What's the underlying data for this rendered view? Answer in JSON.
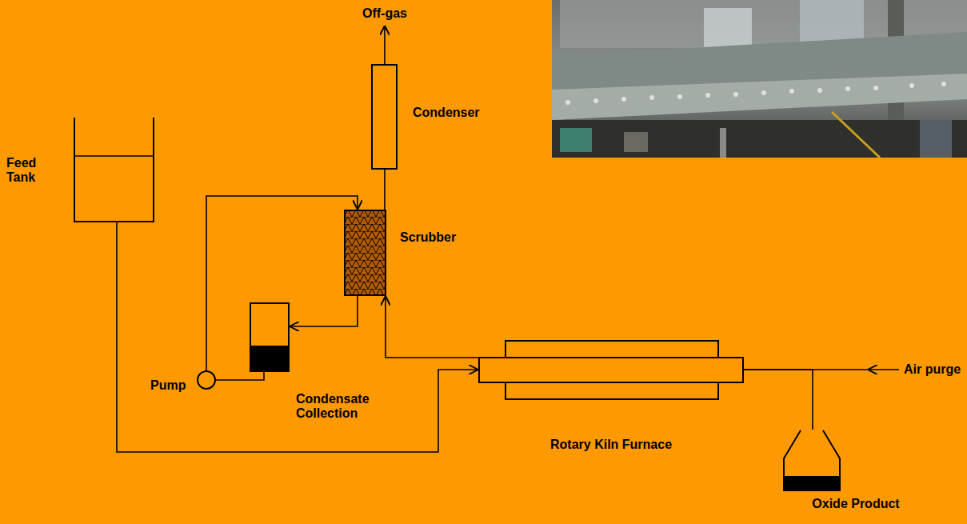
{
  "diagram": {
    "nodes": [
      {
        "text": [
          "Feed Tank"
        ]
      },
      {
        "text": [
          "Condenser"
        ]
      },
      {
        "text": [
          "Scrubber"
        ]
      },
      {
        "text": [
          "Condensate Collection"
        ]
      },
      {
        "text": [
          "Pump"
        ]
      },
      {
        "text": [
          "Rotary Kiln Furnace"
        ]
      },
      {
        "text": [
          "Oxide Product"
        ]
      }
    ],
    "edges": [
      {
        "from": 0,
        "to": 5,
        "arrow": "to"
      },
      {
        "from": 5,
        "to": 2,
        "arrow": "to"
      },
      {
        "from": 2,
        "to": 3,
        "arrow": "to"
      },
      {
        "from": 3,
        "to": 4,
        "arrow": "none"
      },
      {
        "from": 4,
        "to": 2,
        "arrow": "to"
      },
      {
        "from": 2,
        "to": 1,
        "arrow": "none"
      },
      {
        "from": 5,
        "to": 6,
        "arrow": "none"
      }
    ],
    "labels": [
      "Off-gas",
      "Air purge"
    ]
  }
}
